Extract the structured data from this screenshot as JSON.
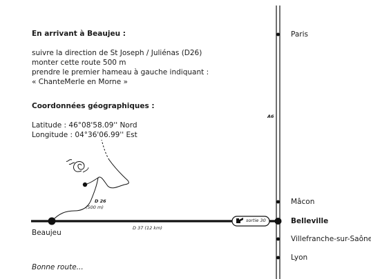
{
  "directions": {
    "heading": "En arrivant à Beaujeu :",
    "lines": [
      "suivre la direction de St Joseph / Juliénas (D26)",
      "monter cette route 500 m",
      "prendre le premier hameau à gauche indiquant :",
      "« ChanteMerle en Morne »"
    ]
  },
  "coordinates": {
    "heading": "Coordonnées géographiques :",
    "latitude": "Latitude : 46°08'58.09'' Nord",
    "longitude": "Longitude : 04°36'06.99'' Est"
  },
  "map": {
    "highway_label": "A6",
    "road_d26_label": "D 26",
    "road_d26_distance": "(500 m)",
    "road_d37_label": "D 37  (12 km)",
    "exit_badge": "sortie 30",
    "start_town": "Beaujeu",
    "cities": {
      "paris": "Paris",
      "macon": "Mâcon",
      "belleville": "Belleville",
      "villefranche": "Villefranche-sur-Saône",
      "lyon": "Lyon"
    }
  },
  "footer": {
    "sign_off": "Bonne route..."
  }
}
